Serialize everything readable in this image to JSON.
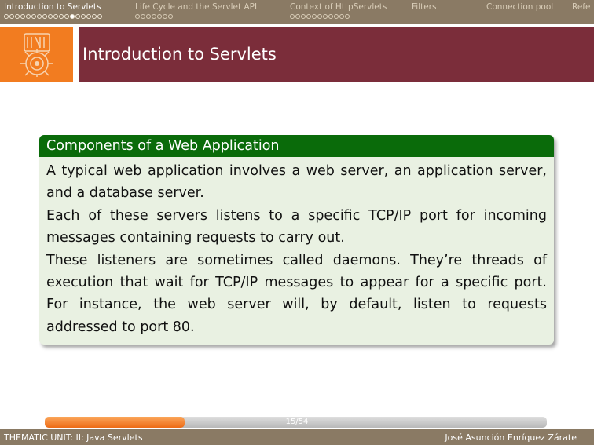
{
  "navbar": {
    "sections": [
      {
        "label": "Introduction to Servlets",
        "dots": 18,
        "filled_index": 12,
        "active": true
      },
      {
        "label": "Life Cycle and the Servlet API",
        "dots": 7,
        "filled_index": -1,
        "active": false
      },
      {
        "label": "Context of HttpServlets",
        "dots": 11,
        "filled_index": -1,
        "active": false
      },
      {
        "label": "Filters",
        "dots": 0,
        "filled_index": -1,
        "active": false
      },
      {
        "label": "Connection pool",
        "dots": 0,
        "filled_index": -1,
        "active": false
      },
      {
        "label": "Refe",
        "dots": 0,
        "filled_index": -1,
        "active": false
      }
    ]
  },
  "slide": {
    "title": "Introduction to Servlets"
  },
  "block": {
    "title": "Components of a Web Application",
    "paragraphs": [
      "A typical web application involves a web server, an application server, and a database server.",
      "Each of these servers listens to a specific TCP/IP port for incoming messages containing requests to carry out.",
      "These listeners are sometimes called daemons.  They’re threads of execution that wait for TCP/IP messages to appear for a specific port. For instance, the web server will, by default, listen to requests addressed to port 80."
    ]
  },
  "progress": {
    "page_label": "15/54",
    "fraction": 0.278
  },
  "footer": {
    "left": "THEMATIC UNIT: II: Java Servlets",
    "right": "José Asunción Enríquez Zárate"
  },
  "colors": {
    "nav_bg": "#8a7a64",
    "title_band": "#7b2d3a",
    "logo_bg": "#f27c20",
    "block_title_bg": "#0a6b0a",
    "block_body_bg": "#e9f1e2"
  }
}
